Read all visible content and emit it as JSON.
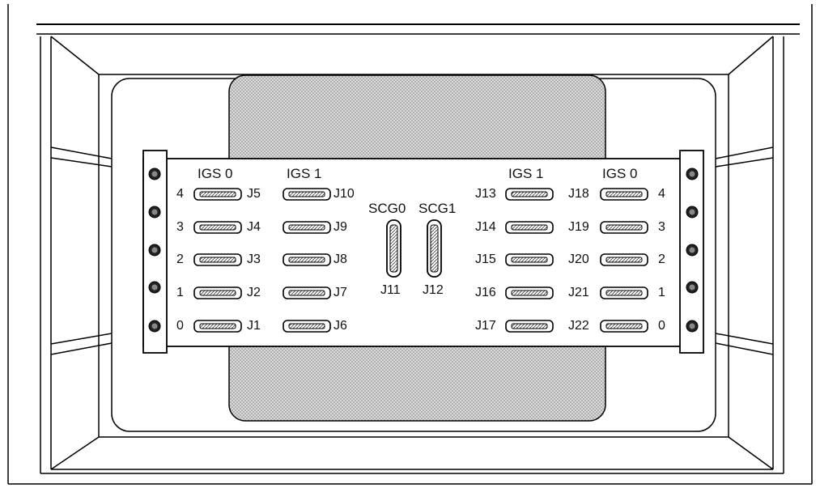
{
  "left_group": {
    "igs0_header": "IGS 0",
    "igs1_header": "IGS 1",
    "numbers": [
      "4",
      "3",
      "2",
      "1",
      "0"
    ],
    "igs0_jacks": [
      "J5",
      "J4",
      "J3",
      "J2",
      "J1"
    ],
    "igs1_jacks": [
      "J10",
      "J9",
      "J8",
      "J7",
      "J6"
    ]
  },
  "center_group": {
    "scg0_label": "SCG0",
    "scg1_label": "SCG1",
    "scg0_jack": "J11",
    "scg1_jack": "J12"
  },
  "right_group": {
    "igs1_header": "IGS 1",
    "igs0_header": "IGS 0",
    "igs1_jacks": [
      "J13",
      "J14",
      "J15",
      "J16",
      "J17"
    ],
    "igs0_jacks": [
      "J18",
      "J19",
      "J20",
      "J21",
      "J22"
    ],
    "numbers": [
      "4",
      "3",
      "2",
      "1",
      "0"
    ]
  }
}
